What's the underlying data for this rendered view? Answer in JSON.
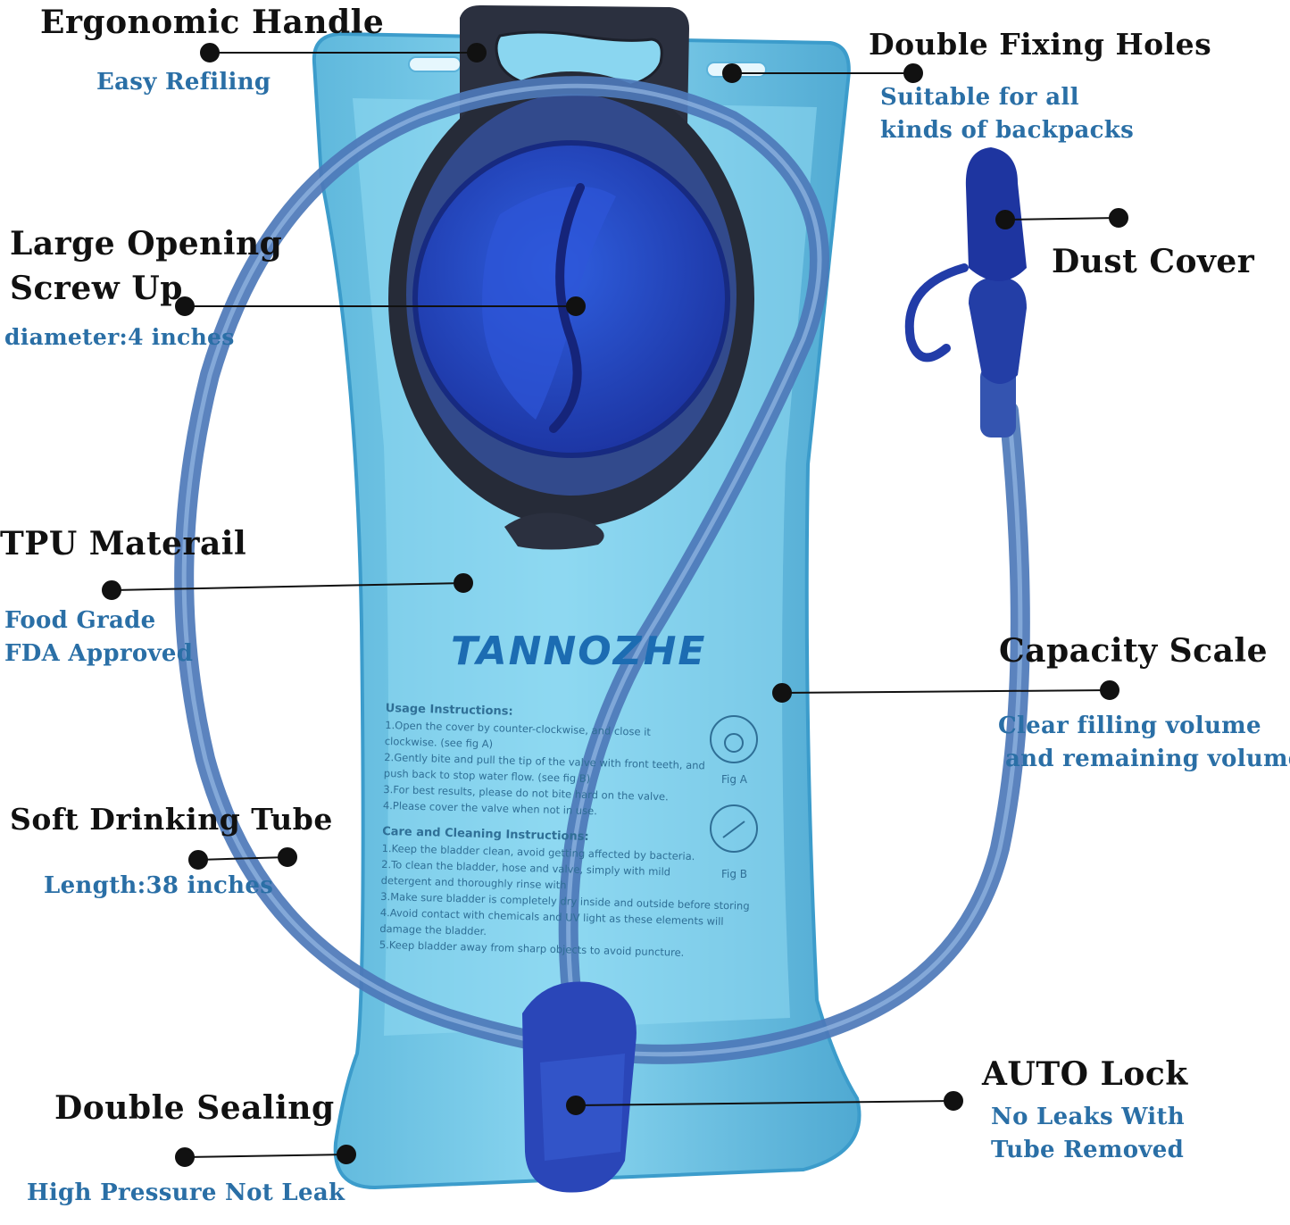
{
  "brand": "TANNOZHE",
  "colors": {
    "title": "#111111",
    "subtitle": "#2a6fa6",
    "bladder": "#74c6e6",
    "cap": "#1f3fb4",
    "tube": "#4d78b8",
    "handle": "#2a2e3c"
  },
  "instructions": {
    "usage_heading": "Usage Instructions:",
    "usage_lines": [
      "1.Open the cover by counter-clockwise, and close it",
      "clockwise. (see fig A)",
      "2.Gently bite and pull the tip of the valve with front teeth, and",
      "push back to stop water flow. (see fig B)",
      "3.For best results, please do not bite hard on the valve.",
      "4.Please cover the valve when not in use."
    ],
    "care_heading": "Care and Cleaning Instructions:",
    "care_lines": [
      "1.Keep the bladder clean, avoid getting affected by bacteria.",
      "2.To clean the bladder, hose and valve, simply with mild",
      "detergent and thoroughly rinse with",
      "3.Make sure bladder is completely dry inside and outside before storing",
      "4.Avoid contact with chemicals and UV light as these elements will",
      "damage the bladder.",
      "5.Keep bladder away from sharp objects to avoid puncture."
    ],
    "fig_a": "Fig A",
    "fig_b": "Fig B"
  },
  "callouts": {
    "handle": {
      "title": "Ergonomic Handle",
      "subtitle_lines": [
        "Easy Refiling"
      ]
    },
    "holes": {
      "title": "Double Fixing Holes",
      "subtitle_lines": [
        "Suitable for all",
        "kinds of backpacks"
      ]
    },
    "opening": {
      "title_lines": [
        "Large Opening",
        "Screw Up"
      ],
      "subtitle_lines": [
        "diameter:4 inches"
      ]
    },
    "dust": {
      "title": "Dust Cover",
      "subtitle_lines": []
    },
    "tpu": {
      "title": "TPU Materail",
      "subtitle_lines": [
        "Food Grade",
        "FDA Approved"
      ]
    },
    "capacity": {
      "title": "Capacity Scale",
      "subtitle_lines": [
        "Clear filling volume",
        "and remaining volume"
      ]
    },
    "tube": {
      "title": "Soft Drinking Tube",
      "subtitle_lines": [
        "Length:38 inches"
      ]
    },
    "sealing": {
      "title": "Double Sealing",
      "subtitle_lines": [
        "High Pressure Not Leak"
      ]
    },
    "lock": {
      "title": "AUTO Lock",
      "subtitle_lines": [
        "No Leaks With",
        "Tube Removed"
      ]
    }
  }
}
